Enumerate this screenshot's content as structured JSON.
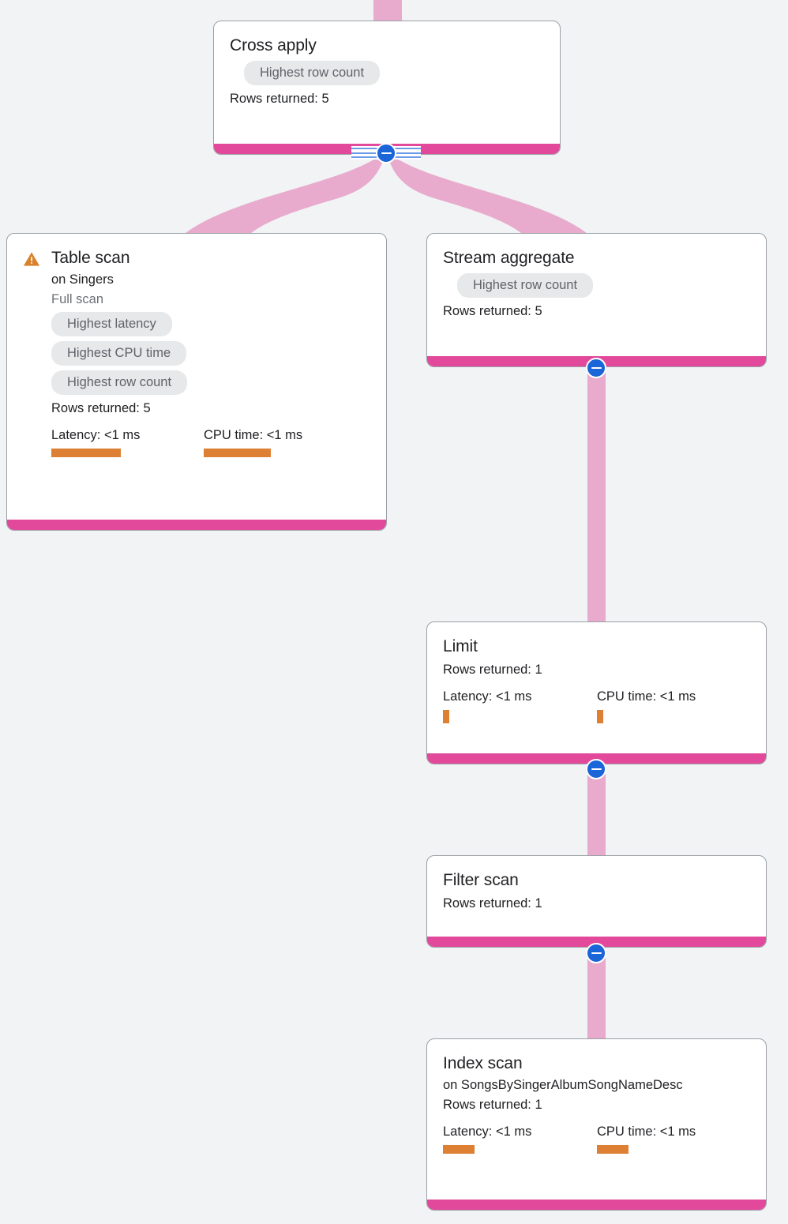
{
  "canvas": {
    "background_color": "#f1f3f4",
    "edge_color": "#e8abcd",
    "accent_color": "#e2499b",
    "bar_color": "#dd8034",
    "chip_bg_color": "#e6e8ea",
    "chip_text_color": "#5f6368",
    "toggle_color": "#1a65d8",
    "warning_color": "#d9822b"
  },
  "nodes": {
    "cross_apply": {
      "title": "Cross apply",
      "chips": [
        "Highest row count"
      ],
      "rows_returned": "Rows returned: 5"
    },
    "table_scan": {
      "title": "Table scan",
      "warning_icon": "warning-triangle-icon",
      "on_target": "on Singers",
      "scan_type": "Full scan",
      "chips": [
        "Highest latency",
        "Highest CPU time",
        "Highest row count"
      ],
      "rows_returned": "Rows returned: 5",
      "latency_label": "Latency: <1 ms",
      "cpu_label": "CPU time: <1 ms"
    },
    "stream_aggregate": {
      "title": "Stream aggregate",
      "chips": [
        "Highest row count"
      ],
      "rows_returned": "Rows returned: 5"
    },
    "limit": {
      "title": "Limit",
      "rows_returned": "Rows returned: 1",
      "latency_label": "Latency: <1 ms",
      "cpu_label": "CPU time: <1 ms"
    },
    "filter_scan": {
      "title": "Filter scan",
      "rows_returned": "Rows returned: 1"
    },
    "index_scan": {
      "title": "Index scan",
      "on_target": "on SongsBySingerAlbumSongNameDesc",
      "rows_returned": "Rows returned: 1",
      "latency_label": "Latency: <1 ms",
      "cpu_label": "CPU time: <1 ms"
    }
  },
  "toggles": {
    "collapse_icon": "minus-circle-icon"
  }
}
